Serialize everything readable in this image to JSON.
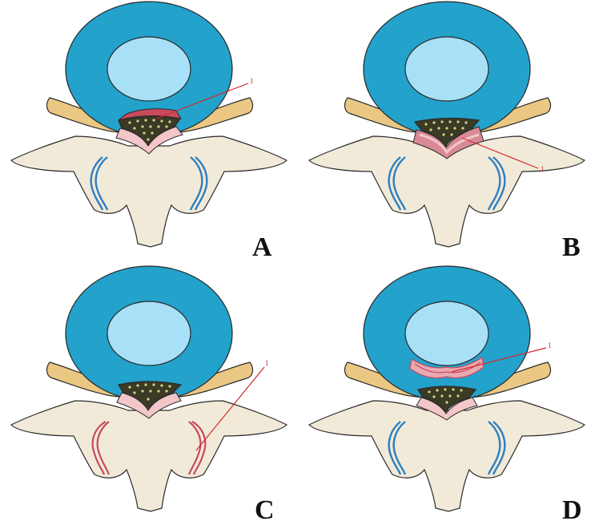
{
  "panels": [
    {
      "id": "A",
      "letter": "A",
      "callout": "1",
      "pathology": "ligament"
    },
    {
      "id": "B",
      "letter": "B",
      "callout": "1",
      "pathology": "ligament-extended"
    },
    {
      "id": "C",
      "letter": "C",
      "callout": "1",
      "pathology": "facet-joint"
    },
    {
      "id": "D",
      "letter": "D",
      "callout": "1",
      "pathology": "disc-protrusion"
    }
  ],
  "colors": {
    "disc_annulus": "#23a2cb",
    "disc_nucleus": "#a8e0f7",
    "bone": "#f1ead9",
    "lamina": "#eac883",
    "canal_dark": "#3b3b25",
    "canal_dots": "#d9cf8a",
    "ligament_pink": "#e8a9b0",
    "ligament_red": "#c94a5e",
    "facet_blue": "#2f7fc0",
    "callout_line": "#d22a2a",
    "outline": "#2a2a2a"
  }
}
